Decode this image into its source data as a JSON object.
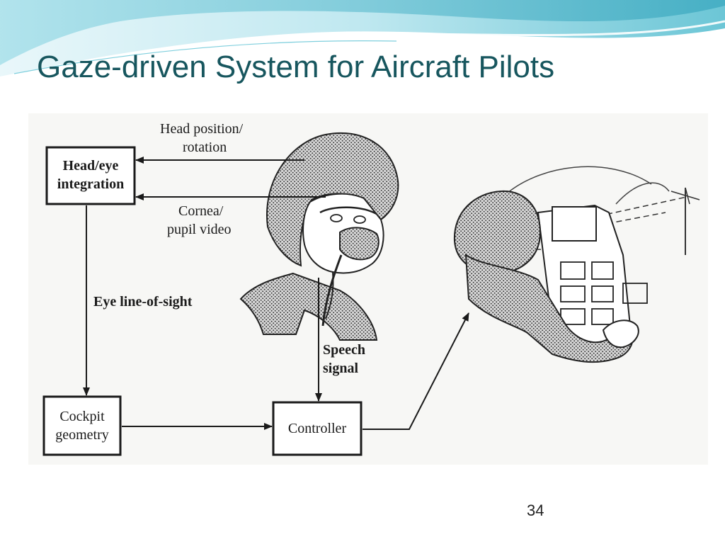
{
  "slide": {
    "title": "Gaze-driven System for Aircraft Pilots",
    "page_number": "34"
  },
  "theme": {
    "title_color": "#17565e",
    "wave_light": "#d8f1f6",
    "wave_mid": "#9fdde8",
    "wave_dark": "#4fb7cb"
  },
  "diagram": {
    "boxes": {
      "head_eye": {
        "line1": "Head/eye",
        "line2": "integration"
      },
      "cockpit": {
        "line1": "Cockpit",
        "line2": "geometry"
      },
      "controller": {
        "label": "Controller"
      }
    },
    "labels": {
      "head_position": {
        "line1": "Head position/",
        "line2": "rotation"
      },
      "cornea": {
        "line1": "Cornea/",
        "line2": "pupil video"
      },
      "eye_line": "Eye line-of-sight",
      "speech": {
        "line1": "Speech",
        "line2": "signal"
      }
    }
  }
}
